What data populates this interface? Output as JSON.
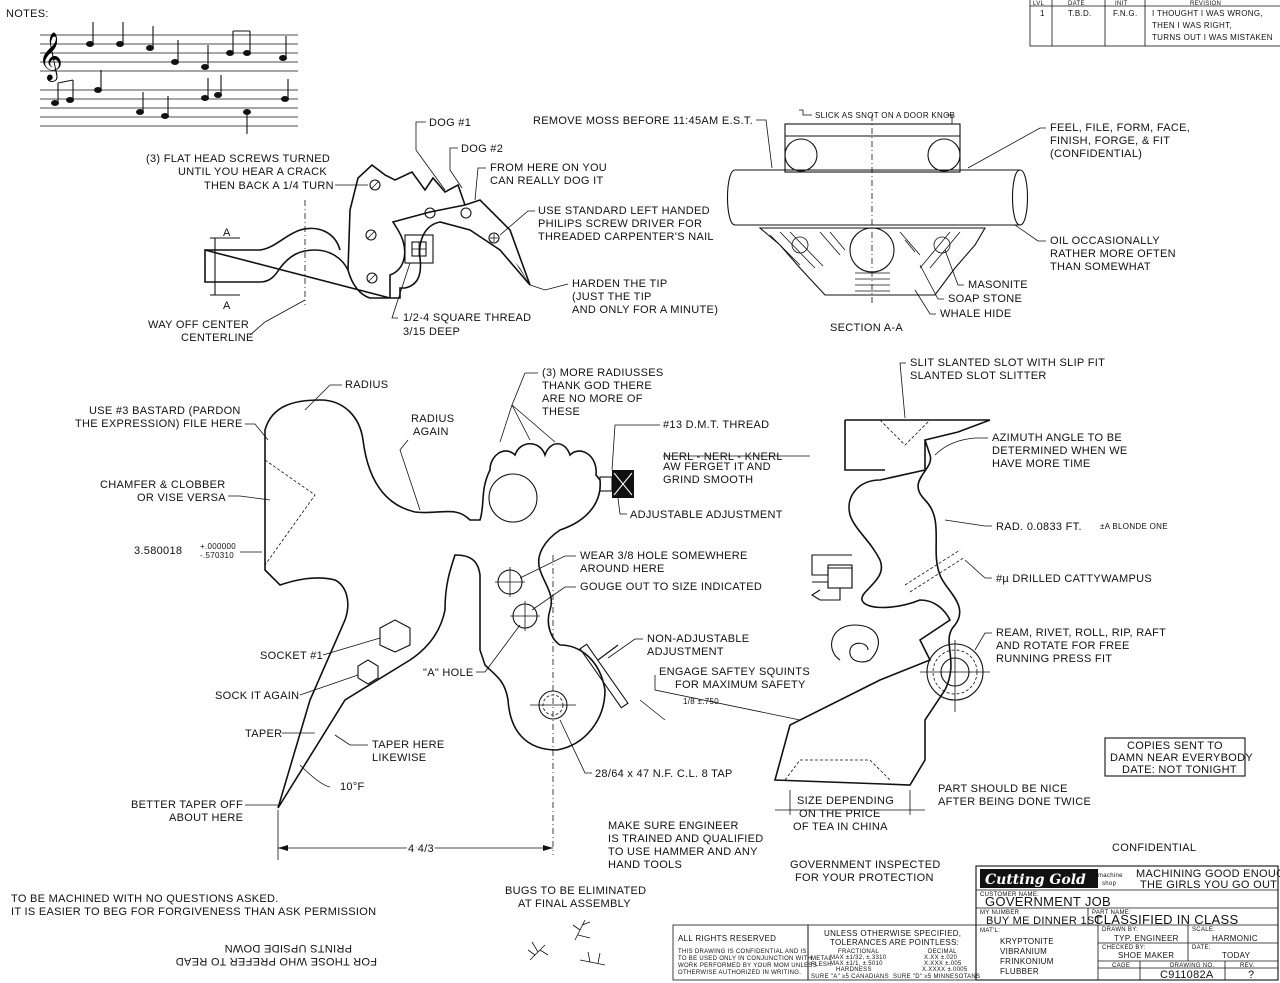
{
  "notes_label": "NOTES:",
  "revision": {
    "headers": [
      "LVL",
      "DATE",
      "INIT",
      "REVISION"
    ],
    "row": {
      "lvl": "1",
      "date": "T.B.D.",
      "init": "F.N.G.",
      "rev1": "I THOUGHT I WAS WRONG,",
      "rev2": "THEN I WAS RIGHT,",
      "rev3": "TURNS OUT I WAS MISTAKEN"
    }
  },
  "top_left": {
    "dog1": "DOG #1",
    "dog2": "DOG #2",
    "screws1": "(3) FLAT HEAD SCREWS TURNED",
    "screws2": "UNTIL YOU HEAR A CRACK",
    "screws3": "THEN BACK A 1/4 TURN",
    "dogit1": "FROM HERE ON YOU",
    "dogit2": "CAN REALLY DOG IT",
    "driver1": "USE STANDARD LEFT HANDED",
    "driver2": "PHILIPS SCREW DRIVER FOR",
    "driver3": "THREADED CARPENTER'S NAIL",
    "harden1": "HARDEN THE TIP",
    "harden2": "(JUST THE TIP",
    "harden3": "AND ONLY FOR A MINUTE)",
    "thread1": "1/2-4 SQUARE THREAD",
    "thread2": "3/15 DEEP",
    "center1": "WAY OFF CENTER",
    "center2": "CENTERLINE",
    "sec_a": "A"
  },
  "top_right": {
    "moss": "REMOVE MOSS BEFORE 11:45AM E.S.T.",
    "snot": "SLICK AS SNOT ON A DOOR KNOB",
    "feel1": "FEEL, FILE, FORM, FACE,",
    "feel2": "FINISH, FORGE, & FIT",
    "feel3": "(CONFIDENTIAL)",
    "oil1": "OIL OCCASIONALLY",
    "oil2": "RATHER MORE OFTEN",
    "oil3": "THAN SOMEWHAT",
    "masonite": "MASONITE",
    "soap": "SOAP STONE",
    "whale": "WHALE HIDE",
    "section": "SECTION A-A"
  },
  "middle": {
    "radius": "RADIUS",
    "bastard1": "USE #3 BASTARD (PARDON",
    "bastard2": "THE EXPRESSION) FILE HERE",
    "radius_again1": "RADIUS",
    "radius_again2": "AGAIN",
    "radiusses1": "(3) MORE RADIUSSES",
    "radiusses2": "THANK GOD THERE",
    "radiusses3": "ARE NO MORE OF",
    "radiusses4": "THESE",
    "dmt": "#13 D.M.T. THREAD",
    "knerl1": "NERL - NERL - KNERL",
    "knerl2": "AW FERGET IT AND",
    "knerl3": "GRIND SMOOTH",
    "chamfer1": "CHAMFER & CLOBBER",
    "chamfer2": "OR VISE VERSA",
    "adjustable": "ADJUSTABLE ADJUSTMENT",
    "dim_val": "3.580018",
    "dim_tol_top": "+.000000",
    "dim_tol_bot": "-.570310",
    "wear1": "WEAR 3/8 HOLE SOMEWHERE",
    "wear2": "AROUND HERE",
    "gouge": "GOUGE OUT TO SIZE INDICATED",
    "socket": "SOCKET #1",
    "sock_again": "SOCK IT AGAIN",
    "a_hole": "\"A\" HOLE",
    "nonadj1": "NON-ADJUSTABLE",
    "nonadj2": "ADJUSTMENT",
    "squints1": "ENGAGE SAFTEY SQUINTS",
    "squints2": "FOR MAXIMUM SAFETY",
    "squints_dim": "1/8 ±.750",
    "taper": "TAPER",
    "taper_here1": "TAPER HERE",
    "taper_here2": "LIKEWISE",
    "angle": "10°F",
    "better1": "BETTER TAPER OFF",
    "better2": "ABOUT HERE",
    "tap": "28/64 x 47 N.F. C.L. 8 TAP",
    "length": "4 4/3",
    "engineer1": "MAKE SURE ENGINEER",
    "engineer2": "IS TRAINED AND QUALIFIED",
    "engineer3": "TO USE HAMMER AND ANY",
    "engineer4": "HAND TOOLS"
  },
  "right_part": {
    "slit1": "SLIT SLANTED SLOT WITH SLIP FIT",
    "slit2": "SLANTED SLOT SLITTER",
    "azimuth1": "AZIMUTH ANGLE TO BE",
    "azimuth2": "DETERMINED WHEN WE",
    "azimuth3": "HAVE MORE TIME",
    "rad": "RAD. 0.0833 FT.",
    "rad_note": "±A BLONDE ONE",
    "drilled": "#µ DRILLED CATTYWAMPUS",
    "ream1": "REAM, RIVET, ROLL, RIP, RAFT",
    "ream2": "AND ROTATE FOR FREE",
    "ream3": "RUNNING PRESS FIT",
    "copies1": "COPIES SENT TO",
    "copies2": "DAMN NEAR EVERYBODY",
    "copies3": "DATE: NOT TONIGHT",
    "nice1": "PART SHOULD BE NICE",
    "nice2": "AFTER BEING DONE TWICE",
    "size1": "SIZE DEPENDING",
    "size2": "ON THE PRICE",
    "size3": "OF TEA IN CHINA"
  },
  "bottom": {
    "gov1": "GOVERNMENT INSPECTED",
    "gov2": "FOR YOUR PROTECTION",
    "confidential": "CONFIDENTIAL",
    "bugs1": "BUGS TO BE ELIMINATED",
    "bugs2": "AT FINAL ASSEMBLY",
    "machined1": "TO BE MACHINED WITH NO QUESTIONS ASKED.",
    "machined2": "IT IS EASIER TO BEG FOR FORGIVENESS THAN ASK PERMISSION",
    "upside1": "FOR THOSE WHO PREFER TO READ",
    "upside2": "PRINTS UPSIDE DOWN"
  },
  "title_block": {
    "logo_main": "Cutting Gold",
    "logo_sub1": "machine",
    "logo_sub2": "shop",
    "slogan1": "MACHINING GOOD ENOUGH FOR",
    "slogan2": "THE GIRLS YOU GO OUT WITH",
    "customer_label": "CUSTOMER NAME:",
    "customer": "GOVERNMENT JOB",
    "my_number_label": "MY NUMBER",
    "my_number": "BUY ME DINNER 1ST",
    "part_label": "PART NAME:",
    "part": "CLASSIFIED IN CLASS",
    "rights": "ALL RIGHTS RESERVED",
    "confid1": "THIS DRAWING IS CONFIDENTIAL AND IS",
    "confid2": "TO BE USED ONLY IN CONJUNCTION WITH",
    "confid3": "WORK PERFORMED BY YOUR MOM UNLESS",
    "confid4": "OTHERWISE AUTHORIZED IN WRITING.",
    "tol1": "UNLESS OTHERWISE SPECIFIED,",
    "tol2": "TOLERANCES ARE POINTLESS:",
    "tol_frac": "FRACTIONAL",
    "tol_dec": "DECIMAL",
    "tol_metal": "METAL",
    "tol_flesh": "FLESH",
    "tol_m1": "MAX ±1/32, ±.3310",
    "tol_m2": "MAX ±1/1, ±.5010",
    "tol_hard": "HARDNESS",
    "tol_d1": "X.XX  ±.020",
    "tol_d2": "X.XXX  ±.005",
    "tol_d3": "X.XXXX ±.0005",
    "tol_sure1": "SURE \"A\" ≥5 CANADIANS",
    "tol_sure2": "SURE \"D\" ≥5 MINNESOTANS",
    "matl_label": "MAT'L:",
    "matl": [
      "KRYPTONITE",
      "VIBRANIUM",
      "FRINKONIUM",
      "FLUBBER"
    ],
    "drawn_label": "DRAWN BY:",
    "drawn": "TYP. ENGINEER",
    "scale_label": "SCALE:",
    "scale": "HARMONIC",
    "checked_label": "CHECKED BY:",
    "checked": "SHOE MAKER",
    "date_label": "DATE:",
    "date": "TODAY",
    "cage_label": "CAGE",
    "dwg_label": "DRAWING NO.",
    "rev_label": "REV.",
    "dwg": "C911082A",
    "rev": "?"
  }
}
